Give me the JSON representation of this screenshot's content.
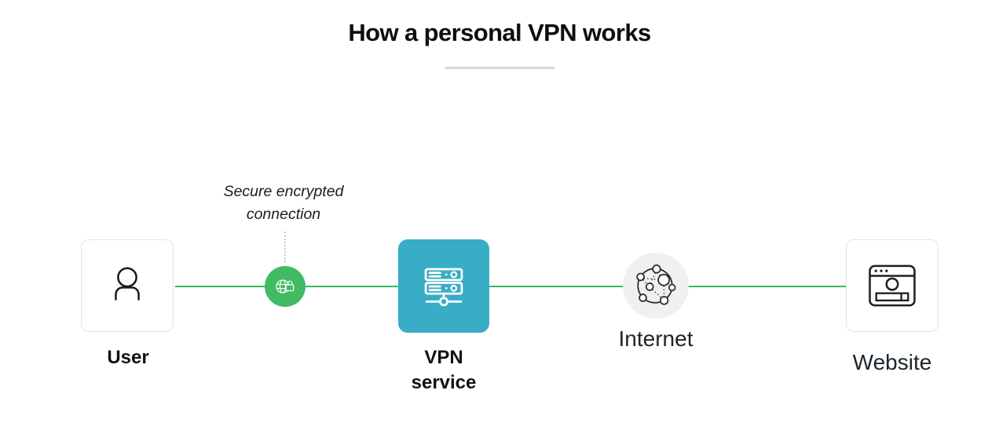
{
  "diagram": {
    "title": "How a personal VPN works",
    "secure_connection_label": "Secure encrypted connection",
    "nodes": [
      {
        "id": "user",
        "label": "User",
        "icon": "person-icon"
      },
      {
        "id": "vpn-service",
        "label": "VPN service",
        "icon": "server-network-icon"
      },
      {
        "id": "internet",
        "label": "Internet",
        "icon": "network-nodes-icon"
      },
      {
        "id": "website",
        "label": "Website",
        "icon": "browser-window-icon"
      }
    ],
    "secure_node_icon": "globe-lock-icon",
    "colors": {
      "connection_line_green": "#3cb863",
      "secure_node_green": "#41bb63",
      "vpn_box_teal": "#38adc5",
      "internet_circle_gray": "#f0f0f0",
      "title_divider_gray": "#d7d7d7"
    }
  }
}
